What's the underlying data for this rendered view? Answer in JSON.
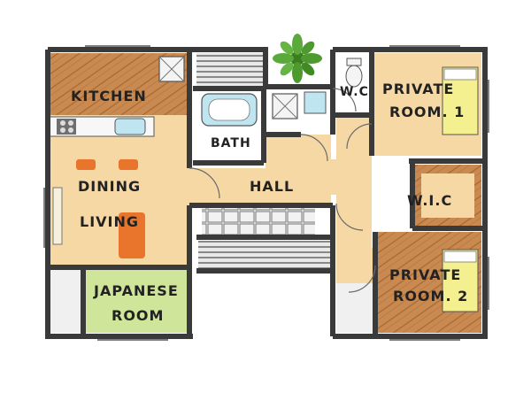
{
  "rooms": {
    "kitchen": "KITCHEN",
    "bath": "BATH",
    "wc": "W.C",
    "private_room_1_line1": "PRIVATE",
    "private_room_1_line2": "ROOM. 1",
    "dining": "DINING",
    "living": "LIVING",
    "hall": "HALL",
    "wic": "W.I.C",
    "japanese_line1": "JAPANESE",
    "japanese_line2": "ROOM",
    "private_room_2_line1": "PRIVATE",
    "private_room_2_line2": "ROOM. 2"
  },
  "colors": {
    "floor_wood": "#c98a52",
    "floor_beige": "#f6d8a4",
    "tatami": "#cfe59a",
    "yellow_bed": "#f4ef8f",
    "orange_sofa": "#e9752c",
    "wall": "#3a3a3a",
    "stair_gray": "#9a9a9a",
    "plant_green": "#4f9a2e"
  }
}
